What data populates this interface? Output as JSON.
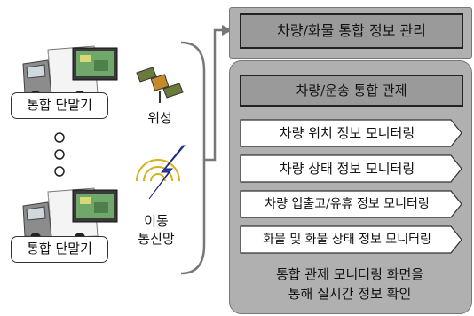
{
  "left": {
    "terminal_top_label": "통합 단말기",
    "terminal_bottom_label": "통합 단말기",
    "satellite_label": "위성",
    "mobile_network_label_line1": "이동",
    "mobile_network_label_line2": "통신망"
  },
  "right": {
    "top_box": "차량/화물 통합 정보 관리",
    "main_title": "차량/운송 통합 관제",
    "items": [
      "차량 위치 정보 모니터링",
      "차량 상태 정보 모니터링",
      "차량 입출고/유휴 정보 모니터링",
      "화물 및 화물 상태 정보 모니터링"
    ],
    "bottom_text_line1": "통합 관제 모니터링 화면을",
    "bottom_text_line2": "통해 실시간 정보 확인"
  },
  "colors": {
    "panel": "#b0b0b0",
    "title_box": "#9a9a9a",
    "truck_body": "#ffffff",
    "truck_cab": "#8c8c8c"
  },
  "icons": [
    "truck-icon",
    "monitor-icon",
    "satellite-icon",
    "signal-icon"
  ]
}
